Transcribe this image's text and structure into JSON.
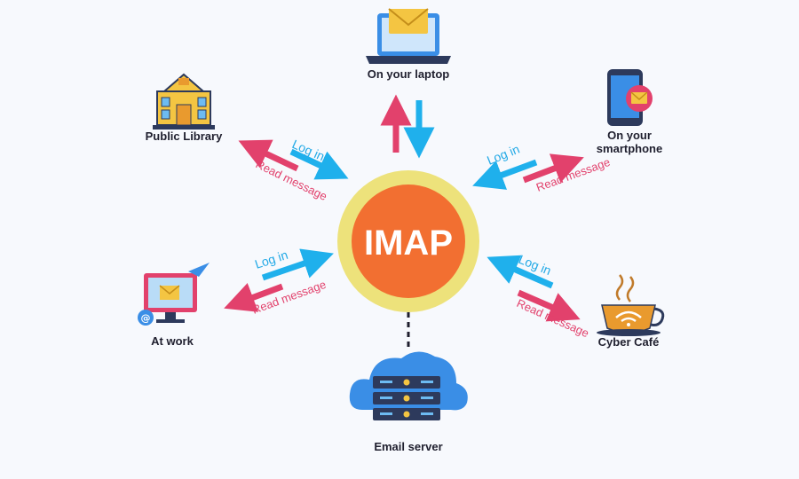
{
  "center": {
    "label": "IMAP",
    "ring_color": "#ede27b",
    "core_color": "#f26f31"
  },
  "nodes": {
    "laptop": {
      "label": "On your laptop"
    },
    "library": {
      "label": "Public Library"
    },
    "smartphone": {
      "label_line1": "On your",
      "label_line2": "smartphone"
    },
    "work": {
      "label": "At work"
    },
    "cafe": {
      "label": "Cyber Café"
    },
    "server": {
      "label": "Email server"
    }
  },
  "edges": {
    "login_label": "Log in",
    "read_label": "Read message"
  },
  "colors": {
    "login_arrow": "#1fb0ec",
    "read_arrow": "#e2416c",
    "server_blue": "#3a8ee6",
    "server_dark": "#2d3a5c"
  }
}
